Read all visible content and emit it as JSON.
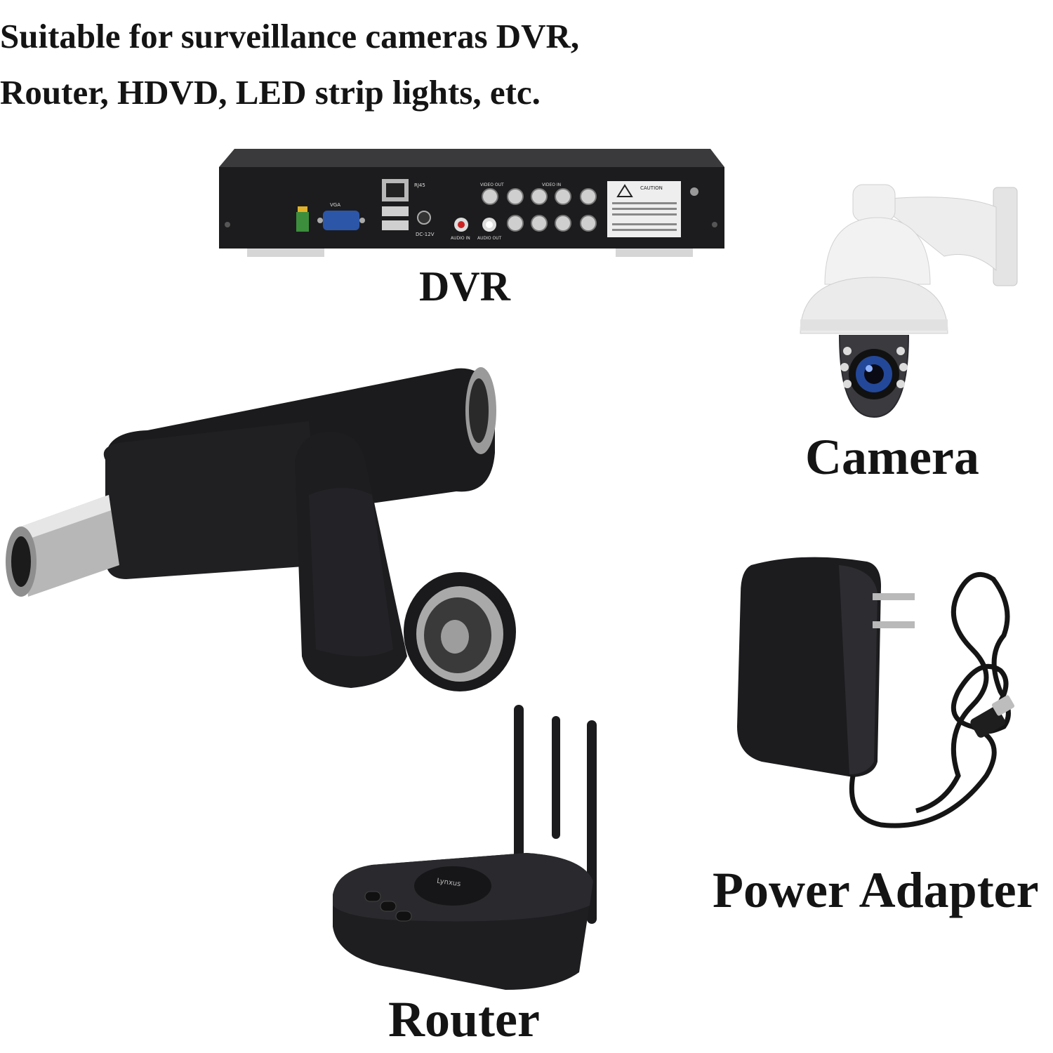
{
  "headline": {
    "line1": "Suitable for surveillance cameras DVR,",
    "line2": "Router, HDVD, LED strip lights, etc."
  },
  "labels": {
    "dvr": "DVR",
    "camera": "Camera",
    "power_adapter": "Power Adapter",
    "router": "Router"
  },
  "dvr_panel": {
    "rj45": "RJ45",
    "vga": "VGA",
    "dc": "DC-12V",
    "audio_in": "AUDIO IN",
    "audio_out": "AUDIO OUT",
    "video_out": "VIDEO OUT",
    "video_in": "VIDEO IN",
    "caution": "CAUTION"
  },
  "router_brand": "Lynxus",
  "icons": [
    "dvr-icon",
    "dome-camera-icon",
    "dc-t-splitter-icon",
    "power-adapter-icon",
    "router-icon"
  ],
  "colors": {
    "text": "#141414",
    "device_black": "#1b1b1d",
    "metal": "#b9b9b9",
    "background": "#ffffff"
  }
}
